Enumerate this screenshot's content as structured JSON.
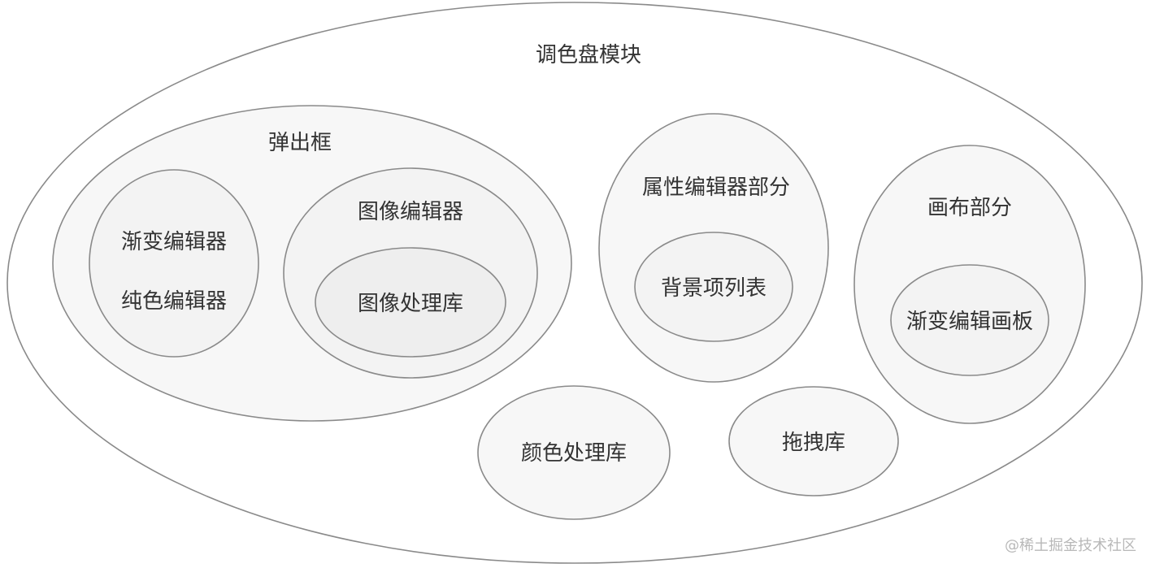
{
  "modules": {
    "palette_module": "调色盘模块",
    "popup": "弹出框",
    "gradient_editor": "渐变编辑器",
    "solid_color_editor": "纯色编辑器",
    "image_editor": "图像编辑器",
    "image_processing_lib": "图像处理库",
    "property_editor": "属性编辑器部分",
    "background_list": "背景项列表",
    "canvas_section": "画布部分",
    "gradient_canvas": "渐变编辑画板",
    "color_processing_lib": "颜色处理库",
    "drag_lib": "拖拽库"
  },
  "watermark": "@稀土掘金技术社区"
}
